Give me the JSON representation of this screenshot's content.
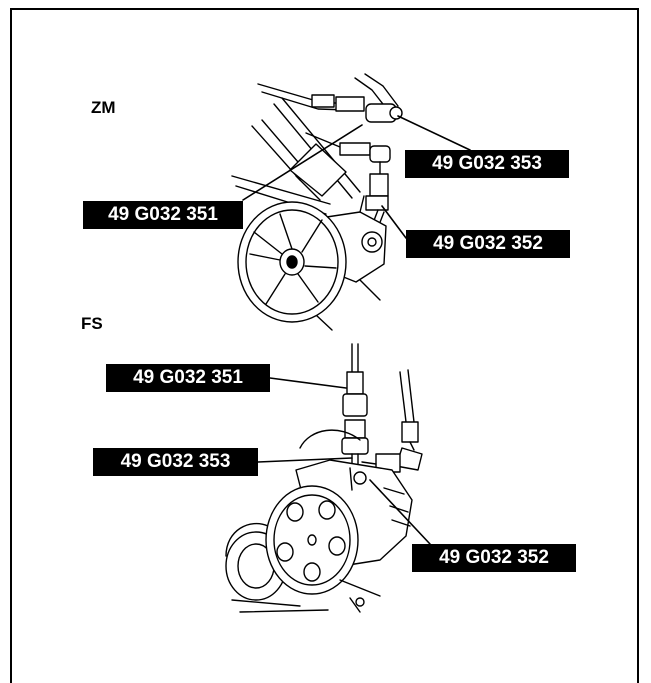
{
  "sections": {
    "zm": {
      "label": "ZM",
      "callouts": [
        "49 G032 353",
        "49 G032 351",
        "49 G032 352"
      ]
    },
    "fs": {
      "label": "FS",
      "callouts": [
        "49 G032 351",
        "49 G032 353",
        "49 G032 352"
      ]
    }
  },
  "colors": {
    "ink": "#000000",
    "paper": "#ffffff"
  }
}
